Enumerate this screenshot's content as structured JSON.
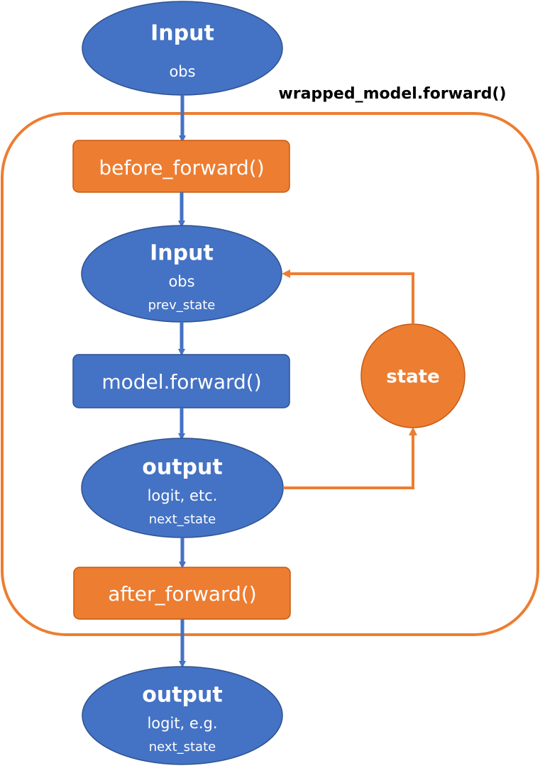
{
  "colors": {
    "blue": "#4472C4",
    "orange": "#ED7D31",
    "blue_stroke": "#2F528F",
    "orange_stroke": "#C55A11",
    "text_light": "#ffffff",
    "text_dark": "#000000"
  },
  "wrapper": {
    "label": "wrapped_model.forward()"
  },
  "input_top": {
    "title": "Input",
    "line1": "obs"
  },
  "before_forward": {
    "label": "before_forward()"
  },
  "input_inner": {
    "title": "Input",
    "line1": "obs",
    "line2": "prev_state"
  },
  "model_forward": {
    "label": "model.forward()"
  },
  "output_inner": {
    "title": "output",
    "line1": "logit, etc.",
    "line2": "next_state"
  },
  "after_forward": {
    "label": "after_forward()"
  },
  "output_bottom": {
    "title": "output",
    "line1": "logit, e.g.",
    "line2": "next_state"
  },
  "state": {
    "label": "state"
  }
}
